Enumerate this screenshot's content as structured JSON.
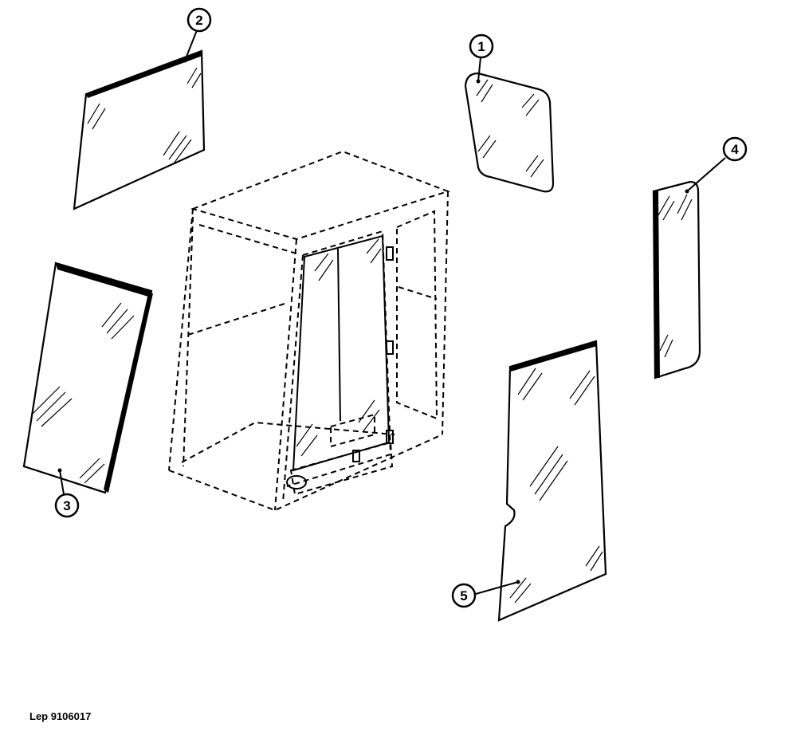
{
  "callouts": [
    {
      "label": "1"
    },
    {
      "label": "2"
    },
    {
      "label": "3"
    },
    {
      "label": "4"
    },
    {
      "label": "5"
    }
  ],
  "caption": "Lep 9106017"
}
